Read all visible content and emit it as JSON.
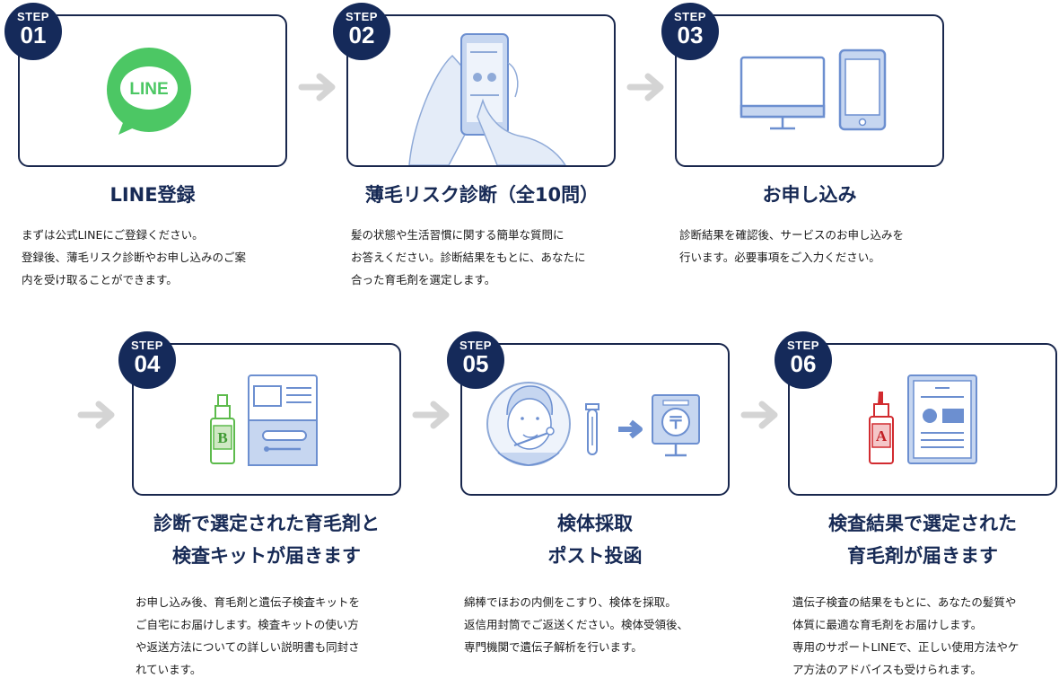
{
  "steps": [
    {
      "step_label": "STEP",
      "number": "01",
      "title_lines": [
        "LINE登録"
      ],
      "desc_lines": [
        "まずは公式LINEにご登録ください。",
        "登録後、薄毛リスク診断やお申し込みのご案",
        "内を受け取ることができます。"
      ],
      "icon": "line-logo-icon",
      "icon_text": "LINE"
    },
    {
      "step_label": "STEP",
      "number": "02",
      "title_lines": [
        "薄毛リスク診断（全10問）"
      ],
      "desc_lines": [
        "髪の状態や生活習慣に関する簡単な質問に",
        "お答えください。診断結果をもとに、あなたに",
        "合った育毛剤を選定します。"
      ],
      "icon": "smartphone-in-hands-icon"
    },
    {
      "step_label": "STEP",
      "number": "03",
      "title_lines": [
        "お申し込み"
      ],
      "desc_lines": [
        "診断結果を確認後、サービスのお申し込みを",
        "行います。必要事項をご入力ください。"
      ],
      "icon": "monitor-and-tablet-icon"
    },
    {
      "step_label": "STEP",
      "number": "04",
      "title_lines": [
        "診断で選定された育毛剤と",
        "検査キットが届きます"
      ],
      "desc_lines": [
        "お申し込み後、育毛剤と遺伝子検査キットを",
        "ご自宅にお届けします。検査キットの使い方",
        "や返送方法についての詳しい説明書も同封さ",
        "れています。"
      ],
      "icon": "bottle-b-and-test-kit-icon",
      "icon_text": "B"
    },
    {
      "step_label": "STEP",
      "number": "05",
      "title_lines": [
        "検体採取",
        "ポスト投函"
      ],
      "desc_lines": [
        "綿棒でほおの内側をこすり、検体を採取。",
        "返信用封筒でご返送ください。検体受領後、",
        "専門機関で遺伝子解析を行います。"
      ],
      "icon": "swab-and-mailbox-icon",
      "icon_text": "〒"
    },
    {
      "step_label": "STEP",
      "number": "06",
      "title_lines": [
        "検査結果で選定された",
        "育毛剤が届きます"
      ],
      "desc_lines": [
        "遺伝子検査の結果をもとに、あなたの髪質や",
        "体質に最適な育毛剤をお届けします。",
        "専用のサポートLINEで、正しい使用方法やケ",
        "ア方法のアドバイスも受けられます。"
      ],
      "icon": "bottle-a-and-report-icon",
      "icon_text": "A"
    }
  ],
  "colors": {
    "navy": "#152a5a",
    "border": "#19274d",
    "arrow": "#d4d4d4",
    "line_green": "#4cc764",
    "illus_blue": "#c6d6f0",
    "illus_stroke": "#6c8fd0",
    "bottle_green": "#5dbb4c",
    "bottle_red": "#d22b30"
  }
}
